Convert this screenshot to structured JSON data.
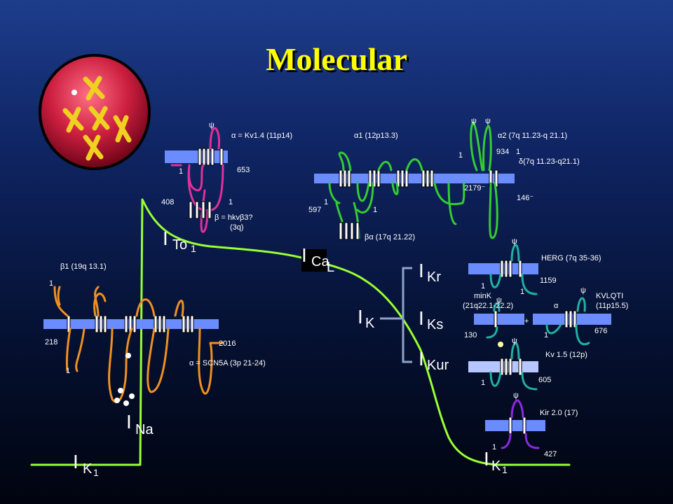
{
  "slide": {
    "title": "Molecular"
  },
  "currents": {
    "ik1_left": "I",
    "ik1_left_sub": "K",
    "ito": "I",
    "ito_sub": "To",
    "ito_sub2": "1",
    "ical": "I",
    "ical_sub": "Ca",
    "ical_sub2": "L",
    "ina": "I",
    "ina_sub": "Na",
    "ik": "I",
    "ik_sub": "K",
    "ikr": "I",
    "ikr_sub": "Kr",
    "iks": "I",
    "iks_sub": "Ks",
    "ikur": "I",
    "ikur_sub": "Kur",
    "ik1_right": "I",
    "ik1_right_sub": "K",
    "ik1_sub_num": "1"
  },
  "channels": {
    "kv14": {
      "alpha": "α = Kv1.4 (11p14)",
      "beta": "β = hkvβ3?",
      "beta_loc": "(3q)",
      "n1": "1",
      "n653": "653",
      "n408": "408",
      "n1b": "1"
    },
    "ca": {
      "a1": "α1 (12p13.3)",
      "a2": "α2 (7q 11.23-q 21.1)",
      "delta": "δ(7q 11.23-q21.1)",
      "beta": "βα (17q 21.22)",
      "n934": "934",
      "n1": "1",
      "n2179": "2179⁻",
      "n146": "146⁻",
      "n597": "597",
      "n1a": "1",
      "n1b": "1",
      "n1c": "1"
    },
    "na": {
      "b1": "β1 (19q 13.1)",
      "alpha": "α = SCN5A (3p 21-24)",
      "n218": "218",
      "n2016": "2016",
      "n1": "1",
      "n1b": "1"
    },
    "herg": {
      "label": "HERG (7q 35-36)",
      "n1": "1",
      "n1159": "1159"
    },
    "mink": {
      "label": "minK",
      "loc": "(21q22.1-22.2)",
      "n130": "130",
      "n1": "1",
      "plus": "+"
    },
    "kvlqt": {
      "label": "KVLQTI",
      "loc": "(11p15.5)",
      "alpha": "α",
      "n1": "1",
      "n676": "676"
    },
    "kv15": {
      "label": "Kv 1.5 (12p)",
      "n1": "1",
      "n605": "605"
    },
    "kir": {
      "label": "Kir 2.0 (17)",
      "n1": "1",
      "n427": "427"
    }
  },
  "icons": {
    "cell": "cell-with-chromosomes-icon",
    "psi": "ψ",
    "phospho": "P"
  },
  "colors": {
    "title": "#ffff00",
    "ap_curve": "#99ff33",
    "kv14": "#e0309a",
    "ca": "#33cc33",
    "na": "#f09020",
    "herg": "#20b0a0",
    "kir": "#8a2be2",
    "membrane": "#6a8cff"
  }
}
